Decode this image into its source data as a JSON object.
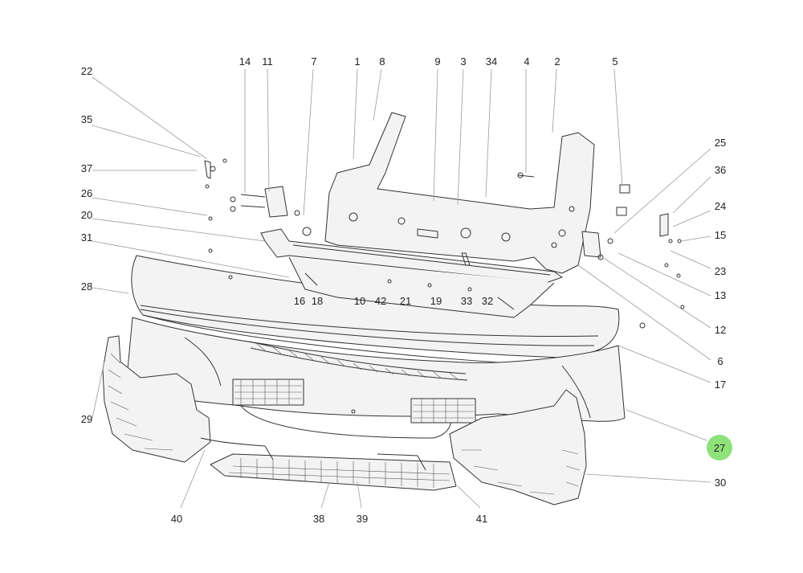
{
  "diagram": {
    "highlight_color": "#8fe27a",
    "highlighted_callout": "27",
    "callouts": [
      "14",
      "11",
      "7",
      "1",
      "8",
      "9",
      "3",
      "34",
      "4",
      "2",
      "5",
      "22",
      "35",
      "37",
      "26",
      "20",
      "31",
      "28",
      "16",
      "18",
      "10",
      "42",
      "21",
      "19",
      "33",
      "32",
      "25",
      "36",
      "24",
      "15",
      "23",
      "13",
      "12",
      "6",
      "17",
      "29",
      "27",
      "30",
      "40",
      "38",
      "39",
      "41"
    ]
  }
}
